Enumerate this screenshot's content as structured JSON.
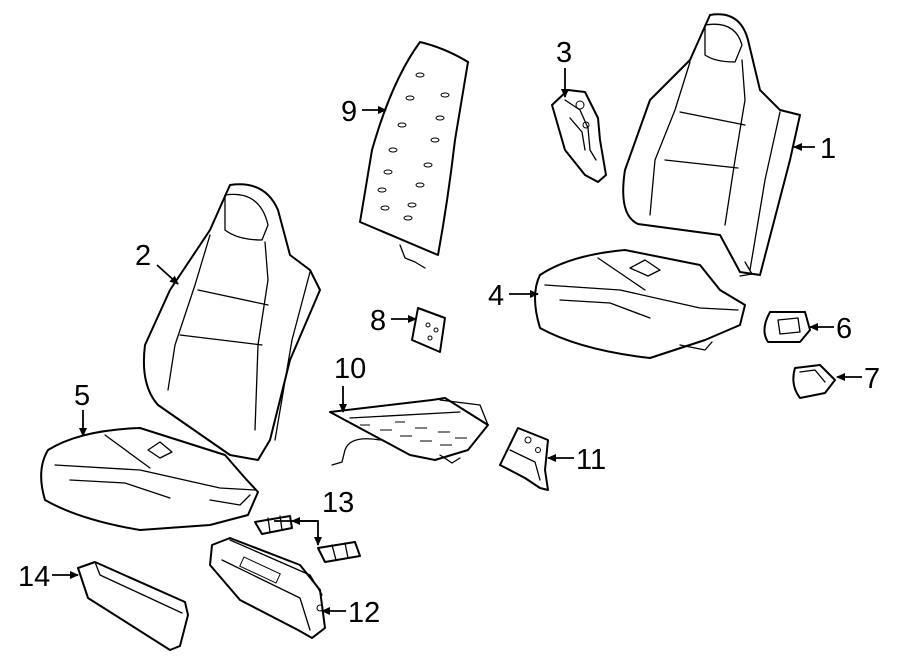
{
  "callouts": [
    {
      "id": "1",
      "text": "1"
    },
    {
      "id": "2",
      "text": "2"
    },
    {
      "id": "3",
      "text": "3"
    },
    {
      "id": "4",
      "text": "4"
    },
    {
      "id": "5",
      "text": "5"
    },
    {
      "id": "6",
      "text": "6"
    },
    {
      "id": "7",
      "text": "7"
    },
    {
      "id": "8",
      "text": "8"
    },
    {
      "id": "9",
      "text": "9"
    },
    {
      "id": "10",
      "text": "10"
    },
    {
      "id": "11",
      "text": "11"
    },
    {
      "id": "12",
      "text": "12"
    },
    {
      "id": "13",
      "text": "13"
    },
    {
      "id": "14",
      "text": "14"
    }
  ],
  "colors": {
    "line": "#000000",
    "background": "#ffffff"
  }
}
